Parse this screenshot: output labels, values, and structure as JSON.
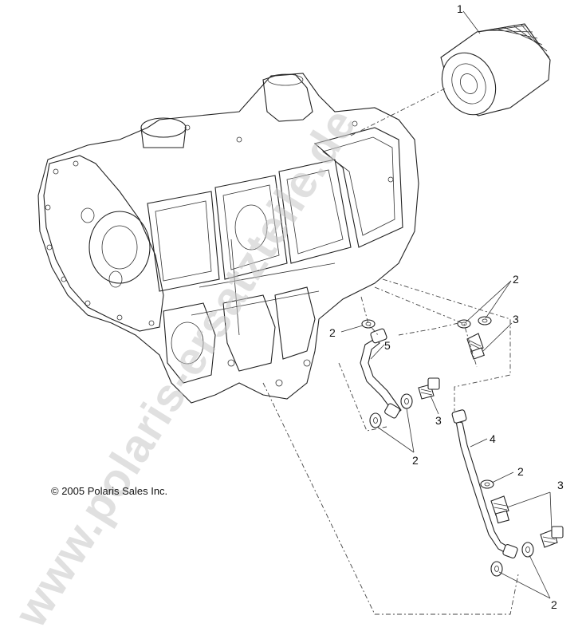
{
  "copyright": "© 2005 Polaris Sales Inc.",
  "watermark": "www.polaris-ersatzteile.de",
  "callouts": {
    "c1": "1",
    "c2_top_right": "2",
    "c2_left_washer": "2",
    "c3_top_right": "3",
    "c5": "5",
    "c3_mid": "3",
    "c4": "4",
    "c2_mid": "2",
    "c2_small": "2",
    "c3_bottom_right": "3",
    "c2_bottom": "2"
  }
}
